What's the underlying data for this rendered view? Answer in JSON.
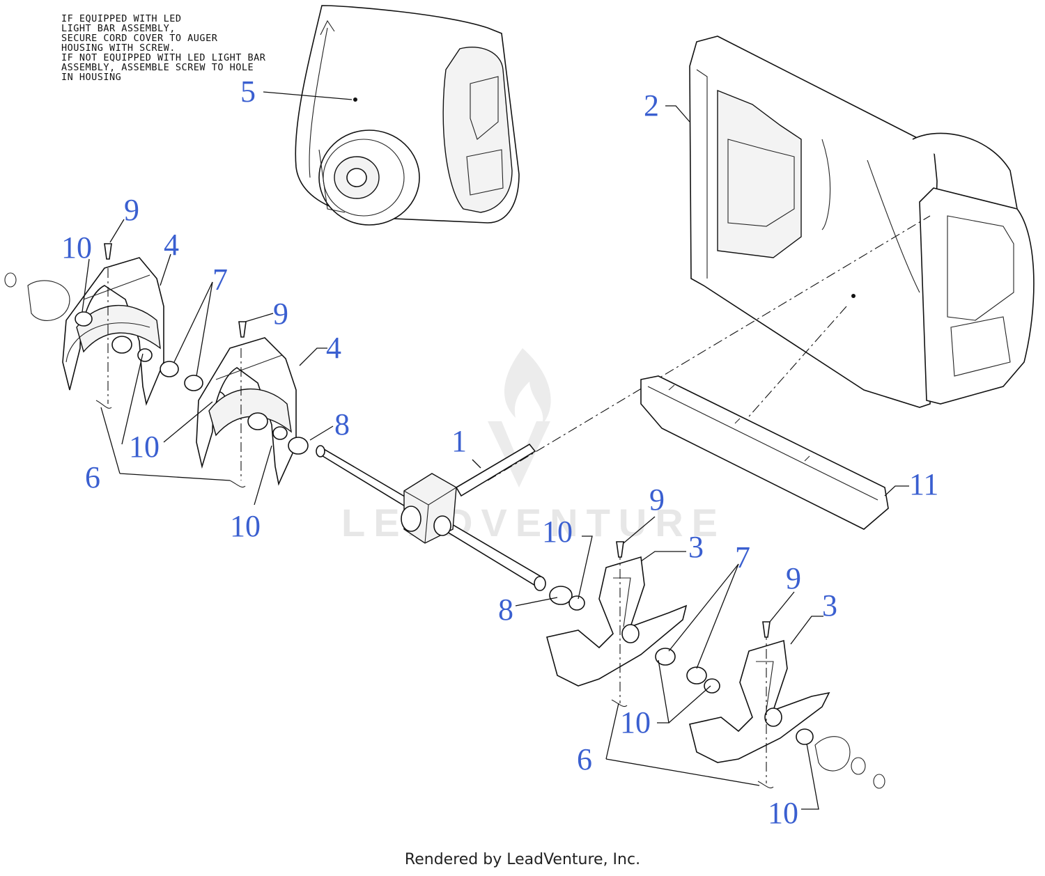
{
  "note": {
    "lines": [
      "IF EQUIPPED WITH LED",
      "LIGHT BAR ASSEMBLY,",
      "SECURE CORD COVER TO AUGER",
      "HOUSING WITH SCREW.",
      "IF NOT EQUIPPED WITH LED LIGHT BAR",
      "ASSEMBLY, ASSEMBLE SCREW TO HOLE",
      "IN HOUSING"
    ]
  },
  "watermark": {
    "text": "LEADVENTURE"
  },
  "callouts": [
    {
      "id": "c5",
      "text": "5"
    },
    {
      "id": "c2",
      "text": "2"
    },
    {
      "id": "c9a",
      "text": "9"
    },
    {
      "id": "c10a",
      "text": "10"
    },
    {
      "id": "c4a",
      "text": "4"
    },
    {
      "id": "c7a",
      "text": "7"
    },
    {
      "id": "c9b",
      "text": "9"
    },
    {
      "id": "c4b",
      "text": "4"
    },
    {
      "id": "c10b",
      "text": "10"
    },
    {
      "id": "c8a",
      "text": "8"
    },
    {
      "id": "c1",
      "text": "1"
    },
    {
      "id": "c6a",
      "text": "6"
    },
    {
      "id": "c10c",
      "text": "10"
    },
    {
      "id": "c11",
      "text": "11"
    },
    {
      "id": "c9c",
      "text": "9"
    },
    {
      "id": "c10d",
      "text": "10"
    },
    {
      "id": "c3a",
      "text": "3"
    },
    {
      "id": "c7b",
      "text": "7"
    },
    {
      "id": "c9d",
      "text": "9"
    },
    {
      "id": "c3b",
      "text": "3"
    },
    {
      "id": "c8b",
      "text": "8"
    },
    {
      "id": "c10e",
      "text": "10"
    },
    {
      "id": "c6b",
      "text": "6"
    },
    {
      "id": "c10f",
      "text": "10"
    }
  ],
  "footer": {
    "text": "Rendered by LeadVenture, Inc."
  },
  "colors": {
    "callout": "#3a5fd0",
    "line": "#111111",
    "watermark": "#e7e7e7"
  }
}
